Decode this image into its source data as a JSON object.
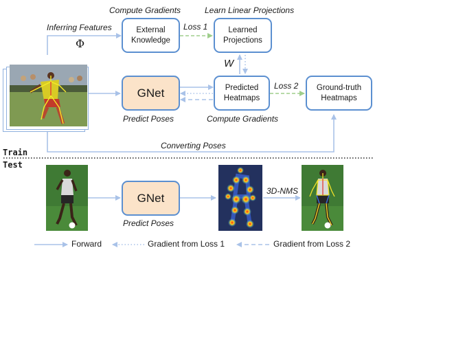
{
  "train_label": "Train",
  "test_label": "Test",
  "top_labels": {
    "compute_gradients": "Compute Gradients",
    "learn_linear_projections": "Learn Linear Projections",
    "inferring_features": "Inferring Features",
    "phi": "Φ",
    "loss1": "Loss 1",
    "loss2": "Loss 2",
    "w": "W",
    "predict_poses": "Predict Poses",
    "compute_gradients_bottom": "Compute Gradients",
    "converting_poses": "Converting Poses"
  },
  "boxes": {
    "external_knowledge": "External\nKnowledge",
    "learned_projections": "Learned\nProjections",
    "gnet_train": "GNet",
    "predicted_heatmaps": "Predicted\nHeatmaps",
    "ground_truth_heatmaps": "Ground-truth\nHeatmaps",
    "gnet_test": "GNet"
  },
  "test_labels": {
    "predict_poses": "Predict Poses",
    "nms": "3D-NMS"
  },
  "legend": {
    "forward": "Forward",
    "gradient_loss1": "Gradient from Loss 1",
    "gradient_loss2": "Gradient from Loss 2"
  },
  "colors": {
    "box_border": "#5b8fd0",
    "arrow": "#a9c2e8",
    "loss_arrow": "#9fce8c",
    "gnet_fill": "#fbe3c9"
  }
}
